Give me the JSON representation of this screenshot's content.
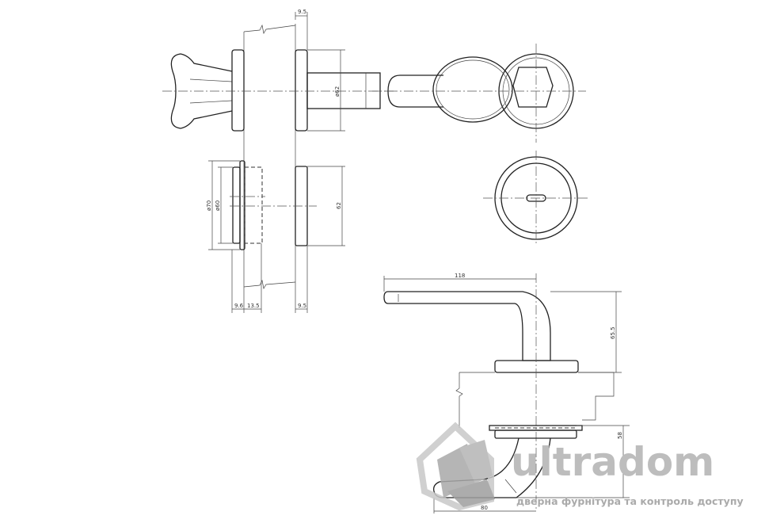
{
  "dimensions": {
    "rose_thickness_top": "9.5",
    "rose_diameter": "ø62",
    "escutcheon_outer": "ø70",
    "escutcheon_inner": "ø60",
    "rose_height": "62",
    "escutcheon_thickness": "9.6",
    "escutcheon_depth": "13.5",
    "rose_thickness_bottom": "9.5",
    "lever_length": "118",
    "lever_height": "65.5",
    "lever_projection": "58",
    "lever_offset": "80"
  },
  "watermark": {
    "brand": "ultradom",
    "tagline": "дверна фурнітура та контроль доступу",
    "color": "#bdbdbd"
  }
}
